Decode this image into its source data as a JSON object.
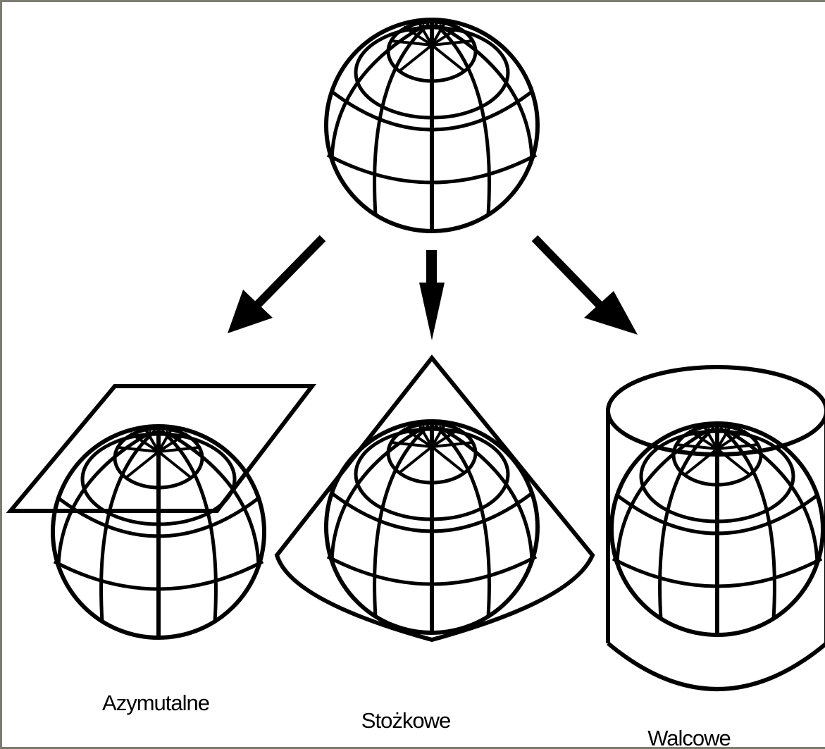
{
  "diagram": {
    "projections": [
      {
        "id": "azimuthal",
        "label": "Azymutalne"
      },
      {
        "id": "conic",
        "label": "Stożkowe"
      },
      {
        "id": "cylindrical",
        "label": "Walcowe"
      }
    ],
    "colors": {
      "line": "#000000",
      "background": "#ffffff",
      "frame": "#7c7c72"
    }
  }
}
